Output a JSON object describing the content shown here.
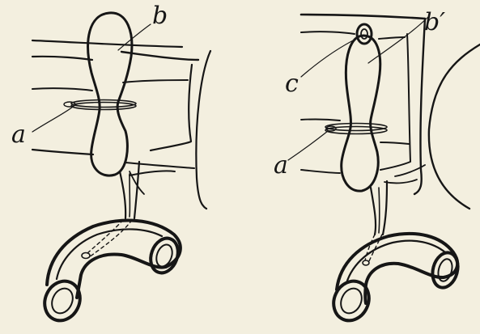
{
  "figure": {
    "left_panel": {
      "labels": {
        "b": "b",
        "a": "a"
      }
    },
    "right_panel": {
      "labels": {
        "b_prime": "b′",
        "c": "c",
        "a": "a"
      }
    },
    "colors": {
      "paper": "#f3efdf",
      "ink": "#161616"
    }
  }
}
